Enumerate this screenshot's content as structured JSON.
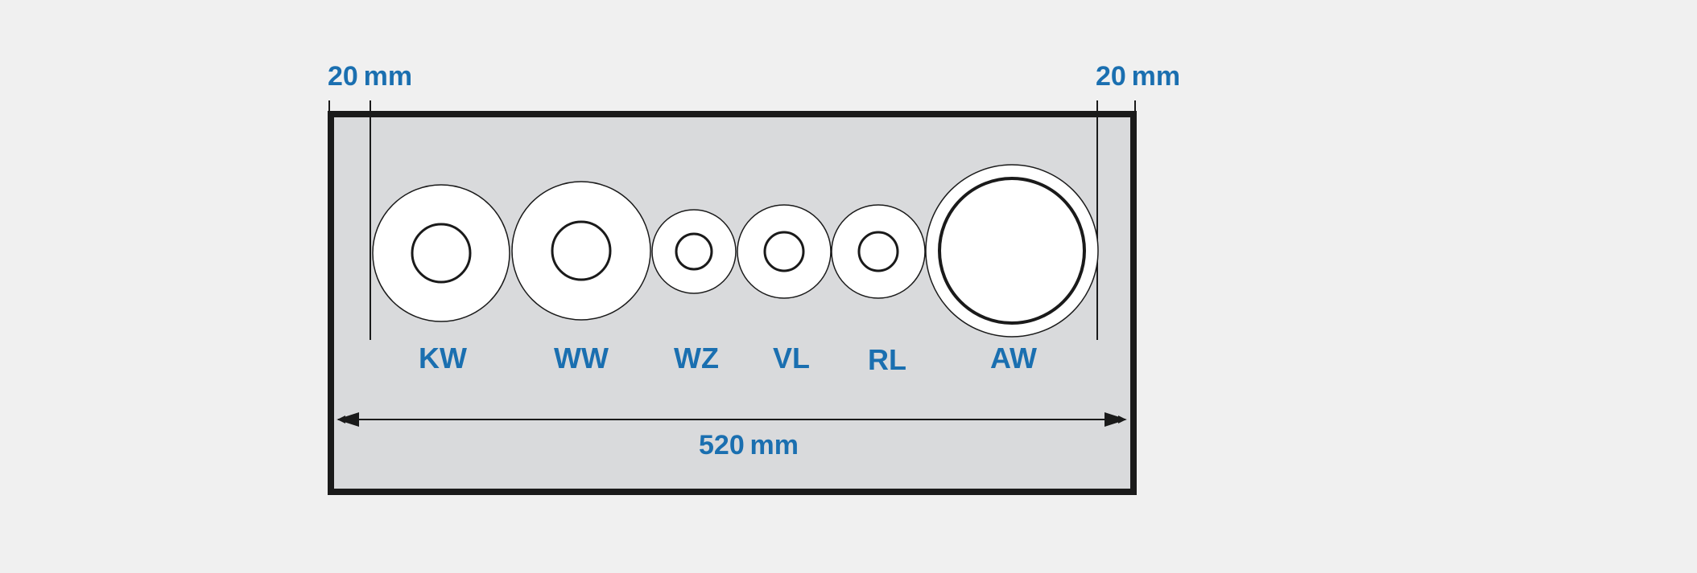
{
  "colors": {
    "background": "#f0f0f0",
    "panel_fill": "#d9dadc",
    "panel_border": "#1a1a1a",
    "label_blue": "#1a6fb0",
    "pipe_fill": "#ffffff",
    "pipe_stroke": "#1a1a1a"
  },
  "dimensions": {
    "margin_left": "20 mm",
    "margin_right": "20 mm",
    "total_width": "520 mm"
  },
  "pipes": [
    {
      "id": "kw",
      "label": "KW"
    },
    {
      "id": "ww",
      "label": "WW"
    },
    {
      "id": "wz",
      "label": "WZ"
    },
    {
      "id": "vl",
      "label": "VL"
    },
    {
      "id": "rl",
      "label": "RL"
    },
    {
      "id": "aw",
      "label": "AW"
    }
  ]
}
